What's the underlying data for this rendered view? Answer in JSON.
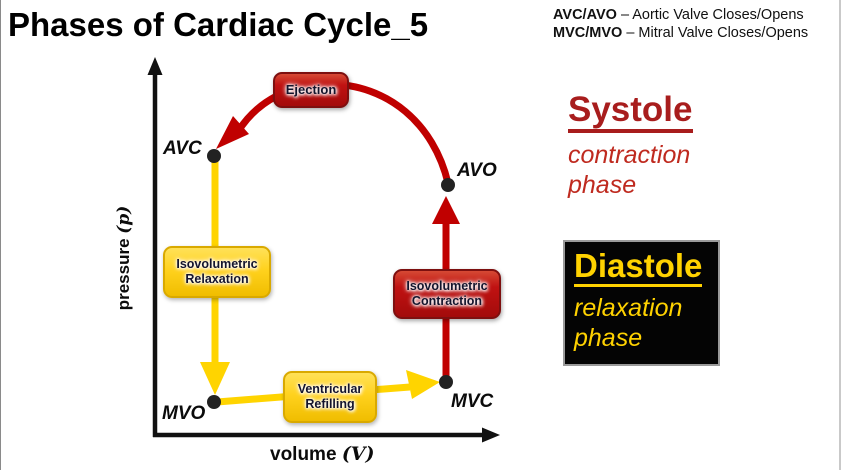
{
  "title": "Phases of Cardiac Cycle_5",
  "legend": {
    "items": [
      {
        "term": "AVC/AVO",
        "desc": "– Aortic Valve Closes/Opens"
      },
      {
        "term": "MVC/MVO",
        "desc": "– Mitral Valve Closes/Opens"
      }
    ]
  },
  "diagram": {
    "y_axis_label": "pressure",
    "y_axis_symbol": "(p)",
    "x_axis_label": "volume",
    "x_axis_symbol": "(V)",
    "points": {
      "avc": "AVC",
      "avo": "AVO",
      "mvo": "MVO",
      "mvc": "MVC"
    },
    "phases": {
      "ejection": {
        "label": "Ejection"
      },
      "isovolumetric_relaxation": {
        "line1": "Isovolumetric",
        "line2": "Relaxation"
      },
      "isovolumetric_contraction": {
        "line1": "Isovolumetric",
        "line2": "Contraction"
      },
      "ventricular_refilling": {
        "line1": "Ventricular",
        "line2": "Refilling"
      }
    }
  },
  "side_panel": {
    "systole": {
      "heading": "Systole",
      "line1": "contraction",
      "line2": "phase"
    },
    "diastole": {
      "heading": "Diastole",
      "line1": "relaxation",
      "line2": "phase"
    }
  },
  "colors": {
    "arrow_red": "#c00000",
    "arrow_yellow": "#ffd400",
    "axis_black": "#111111",
    "dot_black": "#222222",
    "systole_red": "#a81d1d",
    "diastole_yellow": "#ffd200"
  }
}
